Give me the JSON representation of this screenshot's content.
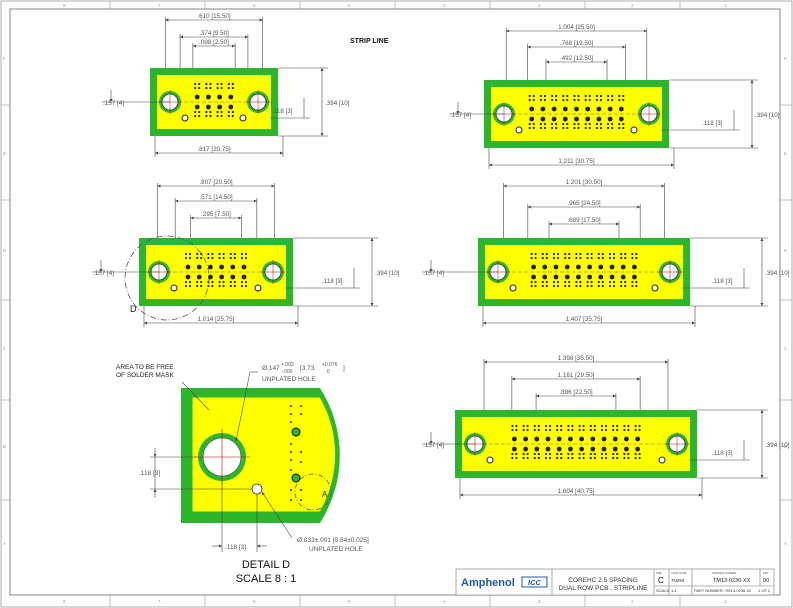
{
  "sheet": {
    "zones_top": [
      "8",
      "7",
      "6",
      "5",
      "4",
      "3",
      "2",
      "1"
    ],
    "zones_bottom": [
      "8",
      "7",
      "6",
      "5",
      "4",
      "3",
      "2",
      "1"
    ],
    "zones_side": [
      "F",
      "E",
      "D",
      "C",
      "B",
      "A"
    ]
  },
  "heading": "STRIP LINE",
  "colors": {
    "board": "#2db52d",
    "solder_free": "#ffff00",
    "pad": "#222222"
  },
  "views": [
    {
      "id": "view-1",
      "dims": [
        ".610 [15.50]",
        ".374 [9.50]",
        ".098 [2.50]",
        ".157 [4]",
        ".394 [10]",
        ".118 [3]",
        ".817 [20.75]"
      ]
    },
    {
      "id": "view-2",
      "dims": [
        "1.004 [25.50]",
        ".768 [19.50]",
        ".492 [12.50]",
        ".157 [4]",
        ".394 [10]",
        ".118 [3]",
        "1.211 [30.75]"
      ]
    },
    {
      "id": "view-3",
      "dims": [
        ".807 [20.50]",
        ".571 [14.50]",
        ".295 [7.50]",
        ".157 [4]",
        ".394 [10]",
        ".118 [3]",
        "1.014 [25.75]"
      ],
      "detail_callout": "D"
    },
    {
      "id": "view-4",
      "dims": [
        "1.201 [30.50]",
        ".965 [24.50]",
        ".689 [17.50]",
        ".157 [4]",
        ".394 [10]",
        ".118 [3]",
        "1.407 [35.75]"
      ]
    },
    {
      "id": "view-5",
      "dims": [
        "1.398 [35.50]",
        "1.161 [29.50]",
        ".886 [22.50]",
        ".157 [4]",
        ".394 [10]",
        ".118 [3]",
        "1.604 [40.75]"
      ]
    }
  ],
  "detail": {
    "note_line1": "AREA TO BE FREE",
    "note_line2": "OF SOLDER MASK",
    "hole_large_dia": "Ø.147",
    "hole_large_tol_plus": "+.003",
    "hole_large_tol_minus": "-.000",
    "hole_large_mm": "[3.73",
    "hole_large_mm_plus": "+0.076",
    "hole_large_mm_minus": "0",
    "hole_large_mm_close": "]",
    "hole_large_note": "UNPLATED HOLE",
    "hole_small_size": "Ø.033±.001 [0.84±0.025]",
    "hole_small_note": "UNPLATED HOLE",
    "dim_118": ".118 [3]",
    "dim_118_bottom": ".118 [3]",
    "callout": "A",
    "title": "DETAIL D",
    "scale": "SCALE 8 : 1"
  },
  "title_block": {
    "logo": "Amphenol",
    "logo_mark": "ICC",
    "line1": "COREHC 2.5 SPACING",
    "line2": "DUAL ROW PCB , STRIPLINE",
    "size_label": "SIZE",
    "size_value": "C",
    "cage_label": "CAGE CODE",
    "cage_value": "7N294",
    "drawing_label": "DRAWING NUMBER",
    "drawing_value": "TM13-0236-XX",
    "rev_label": "REV",
    "rev_value": "00",
    "scale": "SCALE: 4:1",
    "part_number": "PART NUMBER: TM13-0236-02",
    "sheet": "2 OF 2"
  }
}
